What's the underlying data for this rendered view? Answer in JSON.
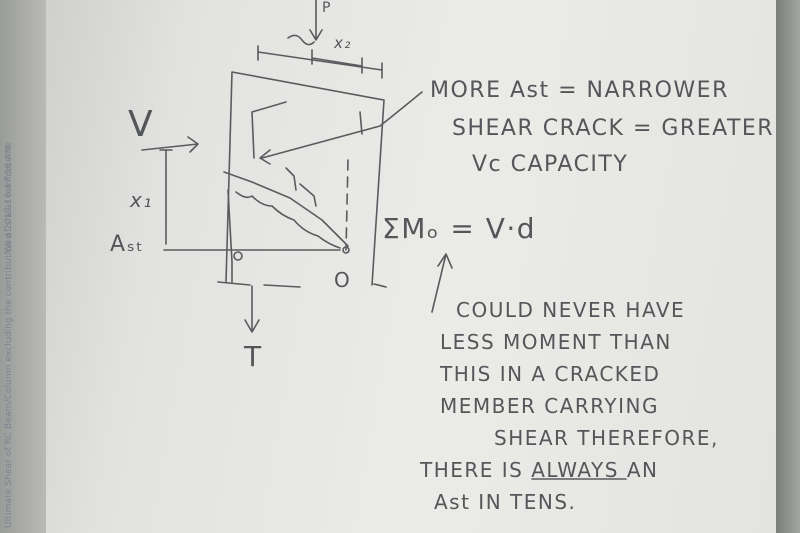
{
  "margin": {
    "timestamp": "Wed 2017 10:47:56 AM",
    "caption": "Ultimate Shear of RC Beam/Column excluding the contribution of shear reinforceme"
  },
  "diagram": {
    "label_p": "P",
    "label_x2": "x₂",
    "label_v": "V",
    "label_x1": "x₁",
    "label_ast": "Aₛₜ",
    "label_o": "O",
    "label_t": "T",
    "equation": "ΣMₒ = V·d"
  },
  "notes": {
    "line1": "MORE Ast = NARROWER",
    "line2": "SHEAR CRACK = GREATER",
    "line3": "Vc CAPACITY",
    "para1": "COULD NEVER HAVE",
    "para2": "LESS MOMENT THAN",
    "para3": "THIS IN A CRACKED",
    "para4": "MEMBER CARRYING",
    "para5": "SHEAR THEREFORE,",
    "para6_a": "THERE IS",
    "para6_b": "ALWAYS",
    "para6_c": "AN",
    "para7": "Ast IN TENS."
  },
  "colors": {
    "ink": "#55565a",
    "paper": "#ebebe8"
  }
}
